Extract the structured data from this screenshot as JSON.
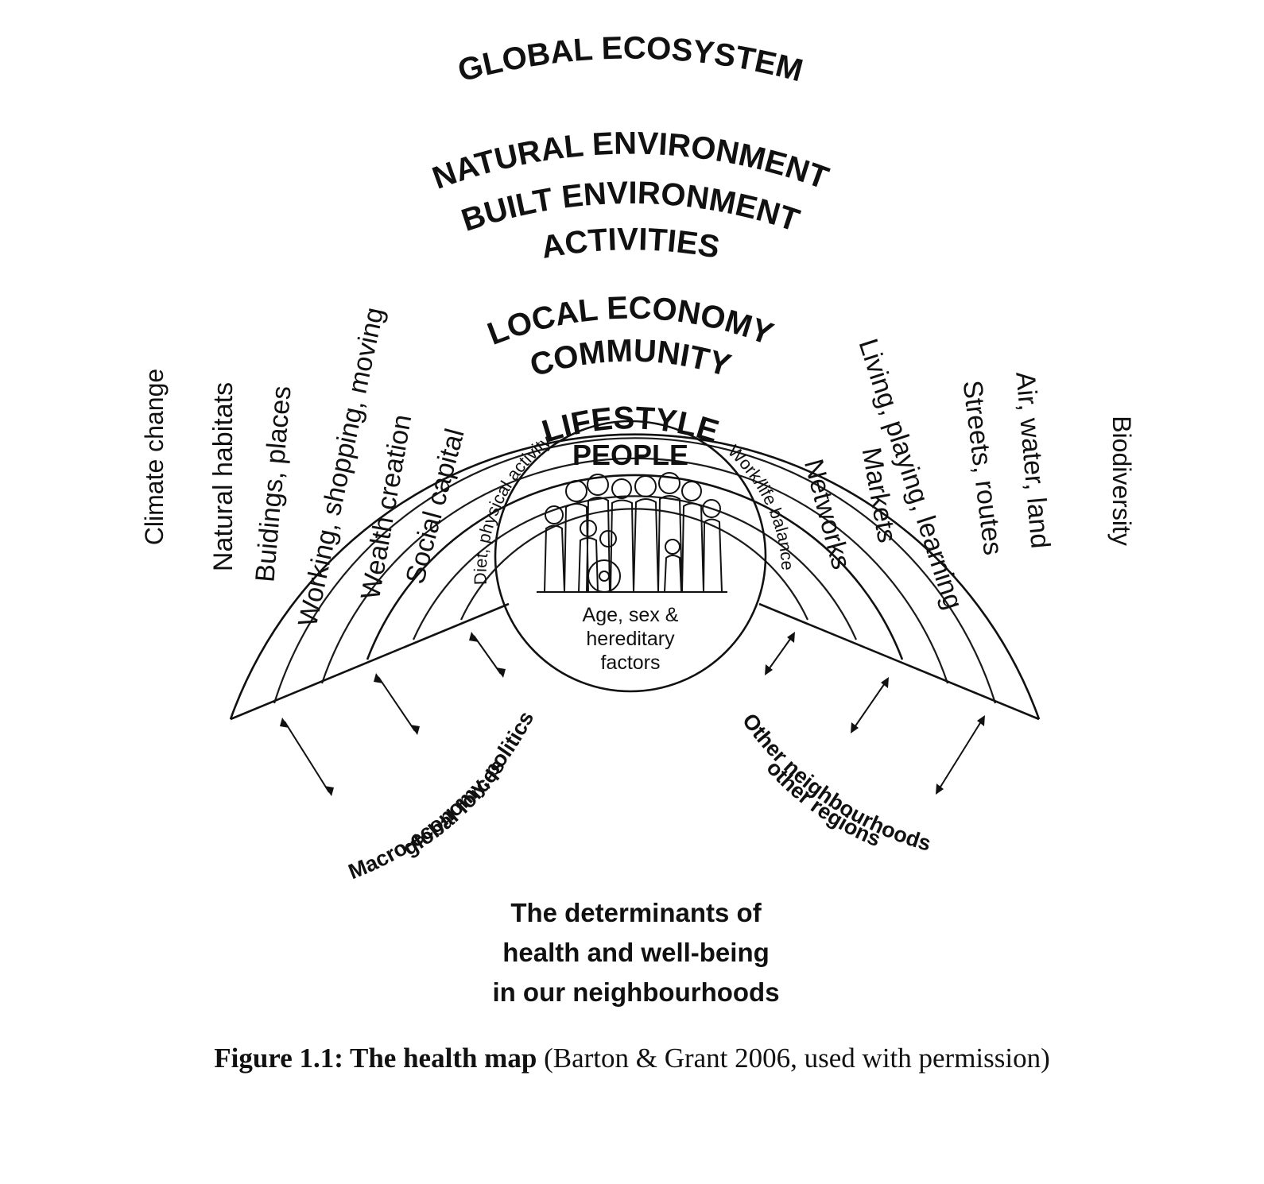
{
  "rings": {
    "global": "GLOBAL ECOSYSTEM",
    "natural": "NATURAL ENVIRONMENT",
    "built": "BUILT ENVIRONMENT",
    "activities": "ACTIVITIES",
    "economy": "LOCAL ECONOMY",
    "community": "COMMUNITY",
    "lifestyle": "LIFESTYLE"
  },
  "left_labels": {
    "climate": "Climate change",
    "habitats": "Natural habitats",
    "buildings": "Buidings, places",
    "working": "Working, shopping, moving",
    "wealth": "Wealth creation",
    "social": "Social capital",
    "diet": "Diet, physical activity"
  },
  "right_labels": {
    "biodiversity": "Biodiversity",
    "air": "Air, water, land",
    "streets": "Streets, routes",
    "living": "Living, playing, learning",
    "markets": "Markets",
    "networks": "Networks",
    "worklife": "Work/life balance"
  },
  "people": {
    "title": "PEOPLE",
    "line1": "Age, sex &",
    "line2": "hereditary",
    "line3": "factors"
  },
  "external": {
    "macro1": "Macro-economy, politics",
    "macro2": "global forces",
    "other1": "Other neighbourhoods",
    "other2": "other regions"
  },
  "determinants": {
    "line1": "The determinants of",
    "line2": "health and well-being",
    "line3": "in our neighbourhoods"
  },
  "caption": {
    "bold": "Figure 1.1: The health map",
    "rest": " (Barton & Grant 2006, used with permission)"
  },
  "icons": [
    "people-group-illustration",
    "double-arrow-icon"
  ],
  "colors": {
    "ink": "#111111",
    "background": "#ffffff"
  }
}
